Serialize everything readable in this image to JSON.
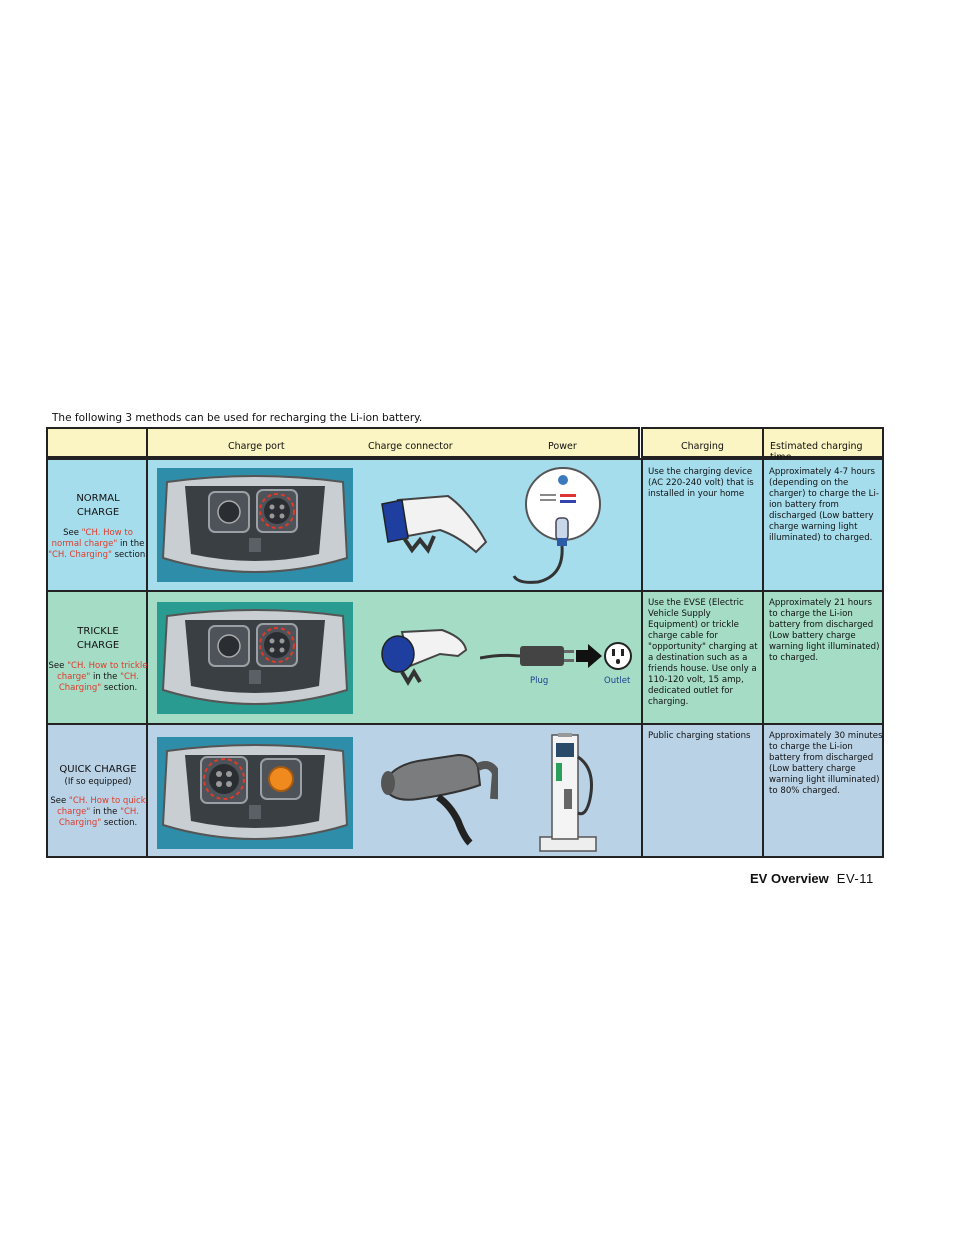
{
  "intro": "The following 3 methods can be used for recharging the Li-ion battery.",
  "headers": {
    "charge_port": "Charge port",
    "charge_connector": "Charge connector",
    "power": "Power",
    "charging": "Charging",
    "time": "Estimated charging time"
  },
  "rows": [
    {
      "name_line1": "NORMAL",
      "name_line2": "CHARGE",
      "see_pre": "See ",
      "see_ref": "\"CH. How to normal charge\"",
      "see_mid": " in the ",
      "see_sec": "\"CH. Charging\"",
      "see_post": " section.",
      "charging": "Use the charging device (AC 220-240 volt) that is installed in your home",
      "time": "Approximately 4-7 hours (depending on the charger) to charge the Li-ion battery from discharged (Low battery charge warning light illuminated) to charged."
    },
    {
      "name_line1": "TRICKLE",
      "name_line2": "CHARGE",
      "see_pre": "See ",
      "see_ref": "\"CH. How to trickle charge\"",
      "see_mid": " in the ",
      "see_sec": "\"CH. Charging\"",
      "see_post": " section.",
      "charging": "Use the EVSE (Electric Vehicle Supply Equipment) or trickle charge cable for \"opportunity\" charging at a destination such as a friends house. Use only a 110-120 volt, 15 amp, dedicated outlet for charging.",
      "time": "Approximately 21 hours to charge the Li-ion battery from discharged (Low battery charge warning light illuminated) to charged.",
      "plug_label": "Plug",
      "outlet_label": "Outlet"
    },
    {
      "name_line1": "QUICK CHARGE",
      "name_sub": "(If so equipped)",
      "see_pre": "See ",
      "see_ref": "\"CH. How to quick charge\"",
      "see_mid": " in the ",
      "see_sec": "\"CH. Charging\"",
      "see_post": " section.",
      "charging": "Public charging stations",
      "time": "Approximately 30 minutes to charge the Li-ion battery from discharged (Low battery charge warning light illuminated) to 80% charged."
    }
  ],
  "footer": {
    "section": "EV Overview",
    "page": "EV-11"
  },
  "colors": {
    "header_bg": "#fbf4c3",
    "normal_bg": "#a6dded",
    "trickle_bg": "#a4dcc6",
    "quick_bg": "#b9d2e6",
    "reference_red": "#e03a2a"
  }
}
